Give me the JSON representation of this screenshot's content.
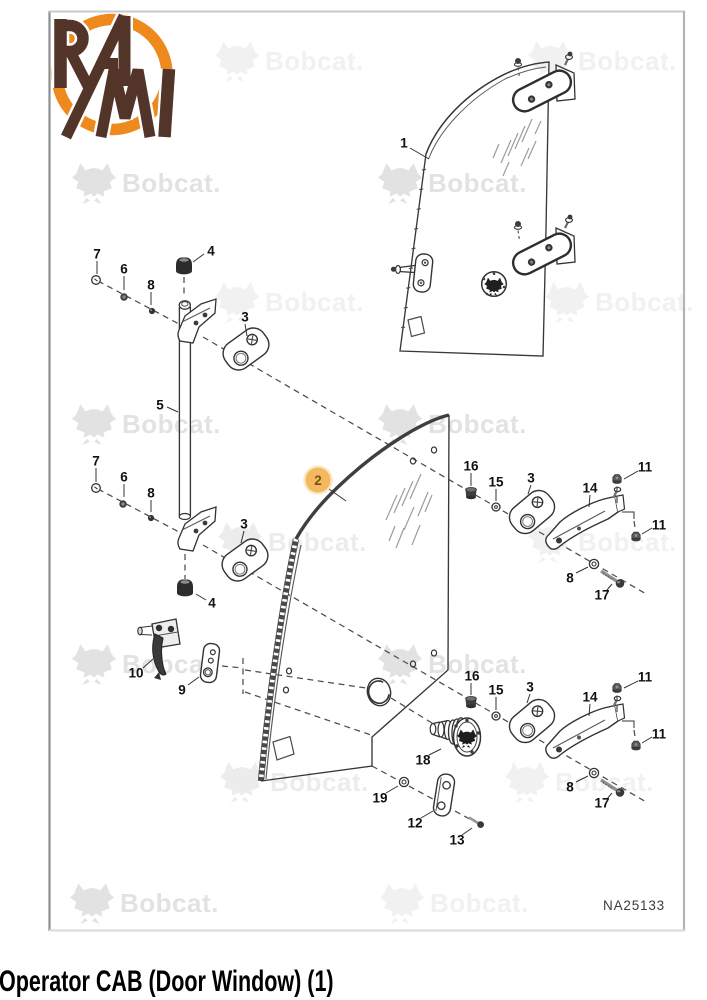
{
  "page": {
    "background": "#ffffff"
  },
  "logo": {
    "line1": "RA",
    "line2": "MI",
    "ring_color": "#ee8a1d",
    "letter_color": "#533429"
  },
  "watermark": {
    "text": "Bobcat.",
    "color": "#dedede"
  },
  "figure": {
    "code": "NA25133"
  },
  "caption": {
    "text": "Operator CAB (Door Window) (1)"
  },
  "highlight": {
    "fill": "#f4b95f",
    "glow": "#f8d195",
    "text_color": "#7c4f12"
  },
  "callouts": [
    {
      "num": "1"
    },
    {
      "num": "7"
    },
    {
      "num": "6"
    },
    {
      "num": "8"
    },
    {
      "num": "4"
    },
    {
      "num": "3"
    },
    {
      "num": "5"
    },
    {
      "num": "7"
    },
    {
      "num": "6"
    },
    {
      "num": "8"
    },
    {
      "num": "3"
    },
    {
      "num": "4"
    },
    {
      "num": "10"
    },
    {
      "num": "9"
    },
    {
      "num": "2"
    },
    {
      "num": "16"
    },
    {
      "num": "15"
    },
    {
      "num": "3"
    },
    {
      "num": "14"
    },
    {
      "num": "11"
    },
    {
      "num": "11"
    },
    {
      "num": "8"
    },
    {
      "num": "17"
    },
    {
      "num": "16"
    },
    {
      "num": "15"
    },
    {
      "num": "3"
    },
    {
      "num": "14"
    },
    {
      "num": "11"
    },
    {
      "num": "11"
    },
    {
      "num": "8"
    },
    {
      "num": "17"
    },
    {
      "num": "18"
    },
    {
      "num": "19"
    },
    {
      "num": "12"
    },
    {
      "num": "13"
    }
  ]
}
